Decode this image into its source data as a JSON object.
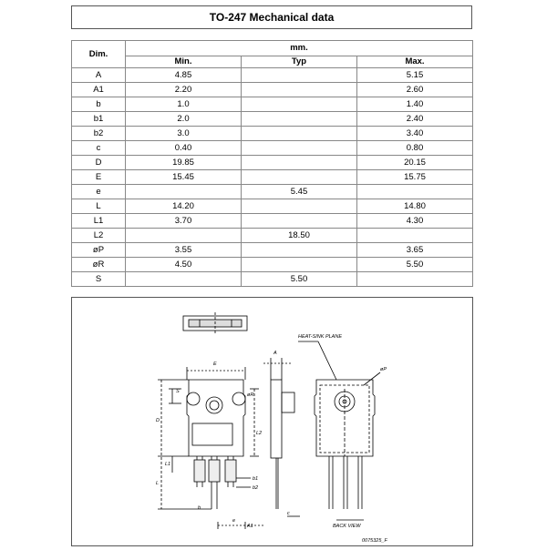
{
  "title": "TO-247 Mechanical data",
  "table": {
    "dim_header": "Dim.",
    "unit_header": "mm.",
    "col_min": "Min.",
    "col_typ": "Typ",
    "col_max": "Max.",
    "rows": [
      {
        "dim": "A",
        "min": "4.85",
        "typ": "",
        "max": "5.15"
      },
      {
        "dim": "A1",
        "min": "2.20",
        "typ": "",
        "max": "2.60"
      },
      {
        "dim": "b",
        "min": "1.0",
        "typ": "",
        "max": "1.40"
      },
      {
        "dim": "b1",
        "min": "2.0",
        "typ": "",
        "max": "2.40"
      },
      {
        "dim": "b2",
        "min": "3.0",
        "typ": "",
        "max": "3.40"
      },
      {
        "dim": "c",
        "min": "0.40",
        "typ": "",
        "max": "0.80"
      },
      {
        "dim": "D",
        "min": "19.85",
        "typ": "",
        "max": "20.15"
      },
      {
        "dim": "E",
        "min": "15.45",
        "typ": "",
        "max": "15.75"
      },
      {
        "dim": "e",
        "min": "",
        "typ": "5.45",
        "max": ""
      },
      {
        "dim": "L",
        "min": "14.20",
        "typ": "",
        "max": "14.80"
      },
      {
        "dim": "L1",
        "min": "3.70",
        "typ": "",
        "max": "4.30"
      },
      {
        "dim": "L2",
        "min": "",
        "typ": "18.50",
        "max": ""
      },
      {
        "dim": "øP",
        "min": "3.55",
        "typ": "",
        "max": "3.65"
      },
      {
        "dim": "øR",
        "min": "4.50",
        "typ": "",
        "max": "5.50"
      },
      {
        "dim": "S",
        "min": "",
        "typ": "5.50",
        "max": ""
      }
    ]
  },
  "drawing": {
    "labels": {
      "heat_sink_plane": "HEAT-SINK PLANE",
      "back_view": "BACK VIEW",
      "drawing_number": "0075325_F",
      "E": "E",
      "S": "S",
      "D": "D",
      "L": "L",
      "L1": "L1",
      "L2": "L2",
      "oR": "øR",
      "oP": "øP",
      "A": "A",
      "A1": "A1",
      "b": "b",
      "b1": "b1",
      "b2": "b2",
      "c": "c",
      "e": "e"
    }
  }
}
